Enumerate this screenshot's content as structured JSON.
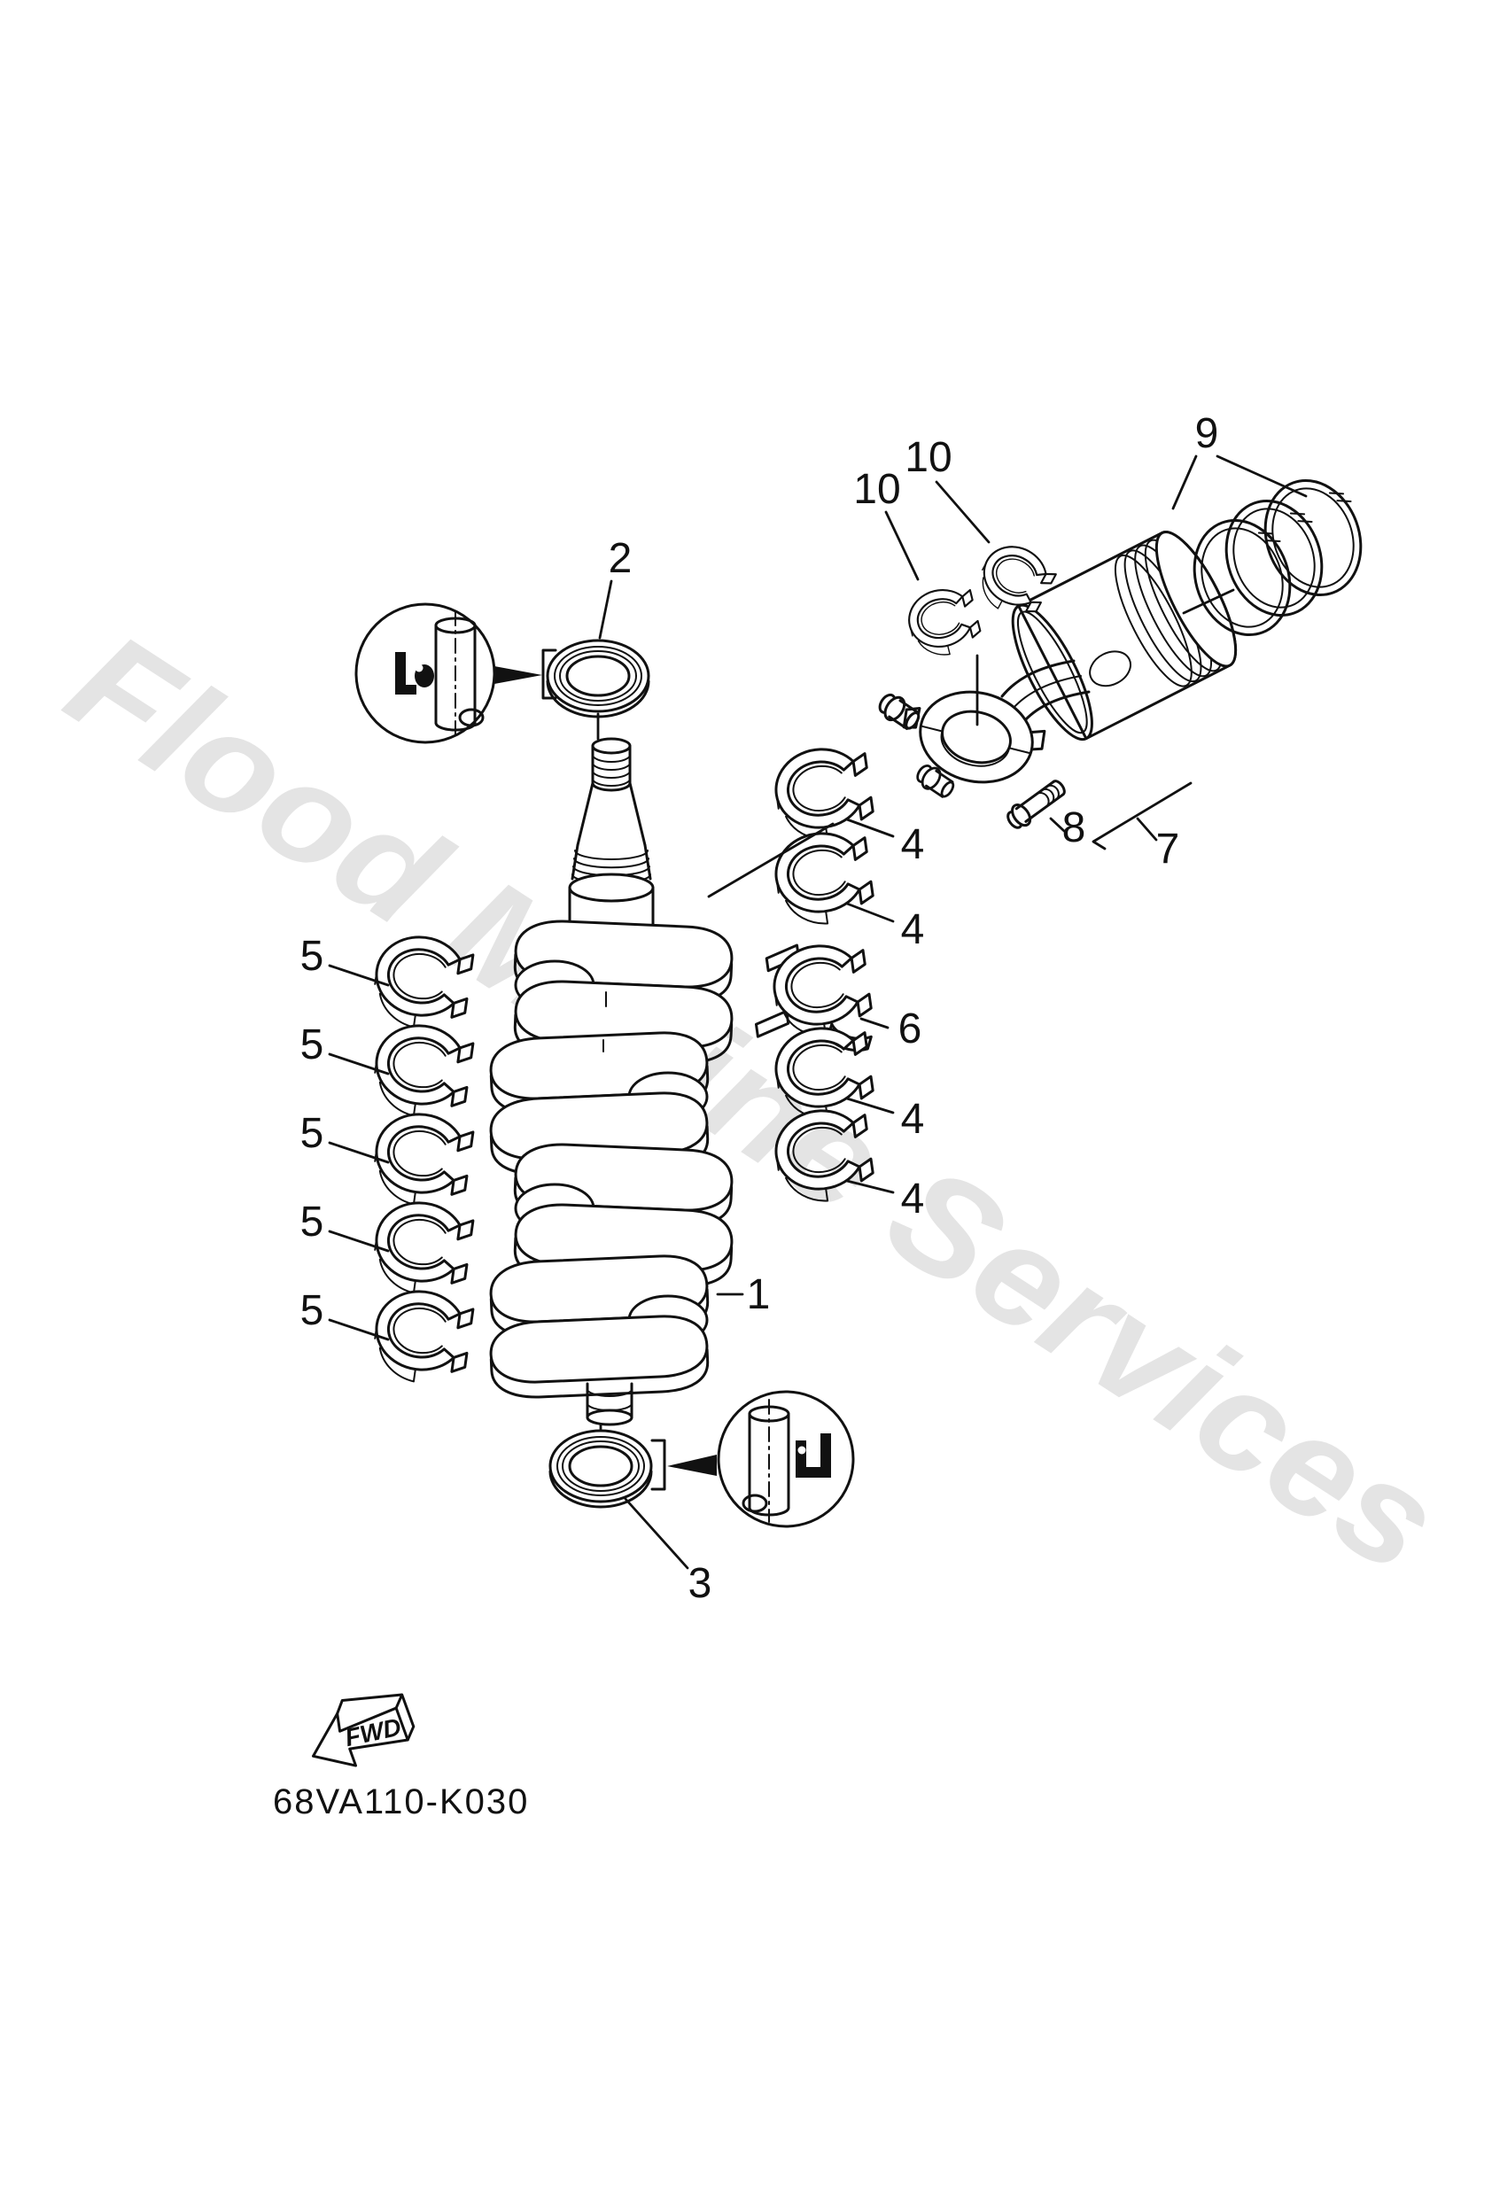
{
  "watermark": {
    "text": "Flood Marine Services",
    "color": "#e4e4e4"
  },
  "footer": {
    "fwd_label": "FWD",
    "diagram_code": "68VA110-K030"
  },
  "colors": {
    "line": "#111111",
    "background": "#ffffff"
  },
  "callouts": {
    "n1": "1",
    "n2": "2",
    "n3": "3",
    "n4": "4",
    "n5": "5",
    "n6": "6",
    "n7": "7",
    "n8": "8",
    "n9": "9",
    "n10": "10"
  },
  "callout_instances": [
    {
      "number": "1",
      "target": "crankshaft"
    },
    {
      "number": "2",
      "target": "upper-oil-seal"
    },
    {
      "number": "3",
      "target": "lower-oil-seal"
    },
    {
      "number": "4",
      "target": "crank-pin-bearing",
      "count": 4
    },
    {
      "number": "5",
      "target": "main-bearing",
      "count": 5
    },
    {
      "number": "6",
      "target": "thrust-bearing"
    },
    {
      "number": "7",
      "target": "connecting-rod-assembly"
    },
    {
      "number": "8",
      "target": "rod-bolt"
    },
    {
      "number": "9",
      "target": "piston-ring-set"
    },
    {
      "number": "10",
      "target": "rod-bearing-half",
      "count": 2
    }
  ]
}
